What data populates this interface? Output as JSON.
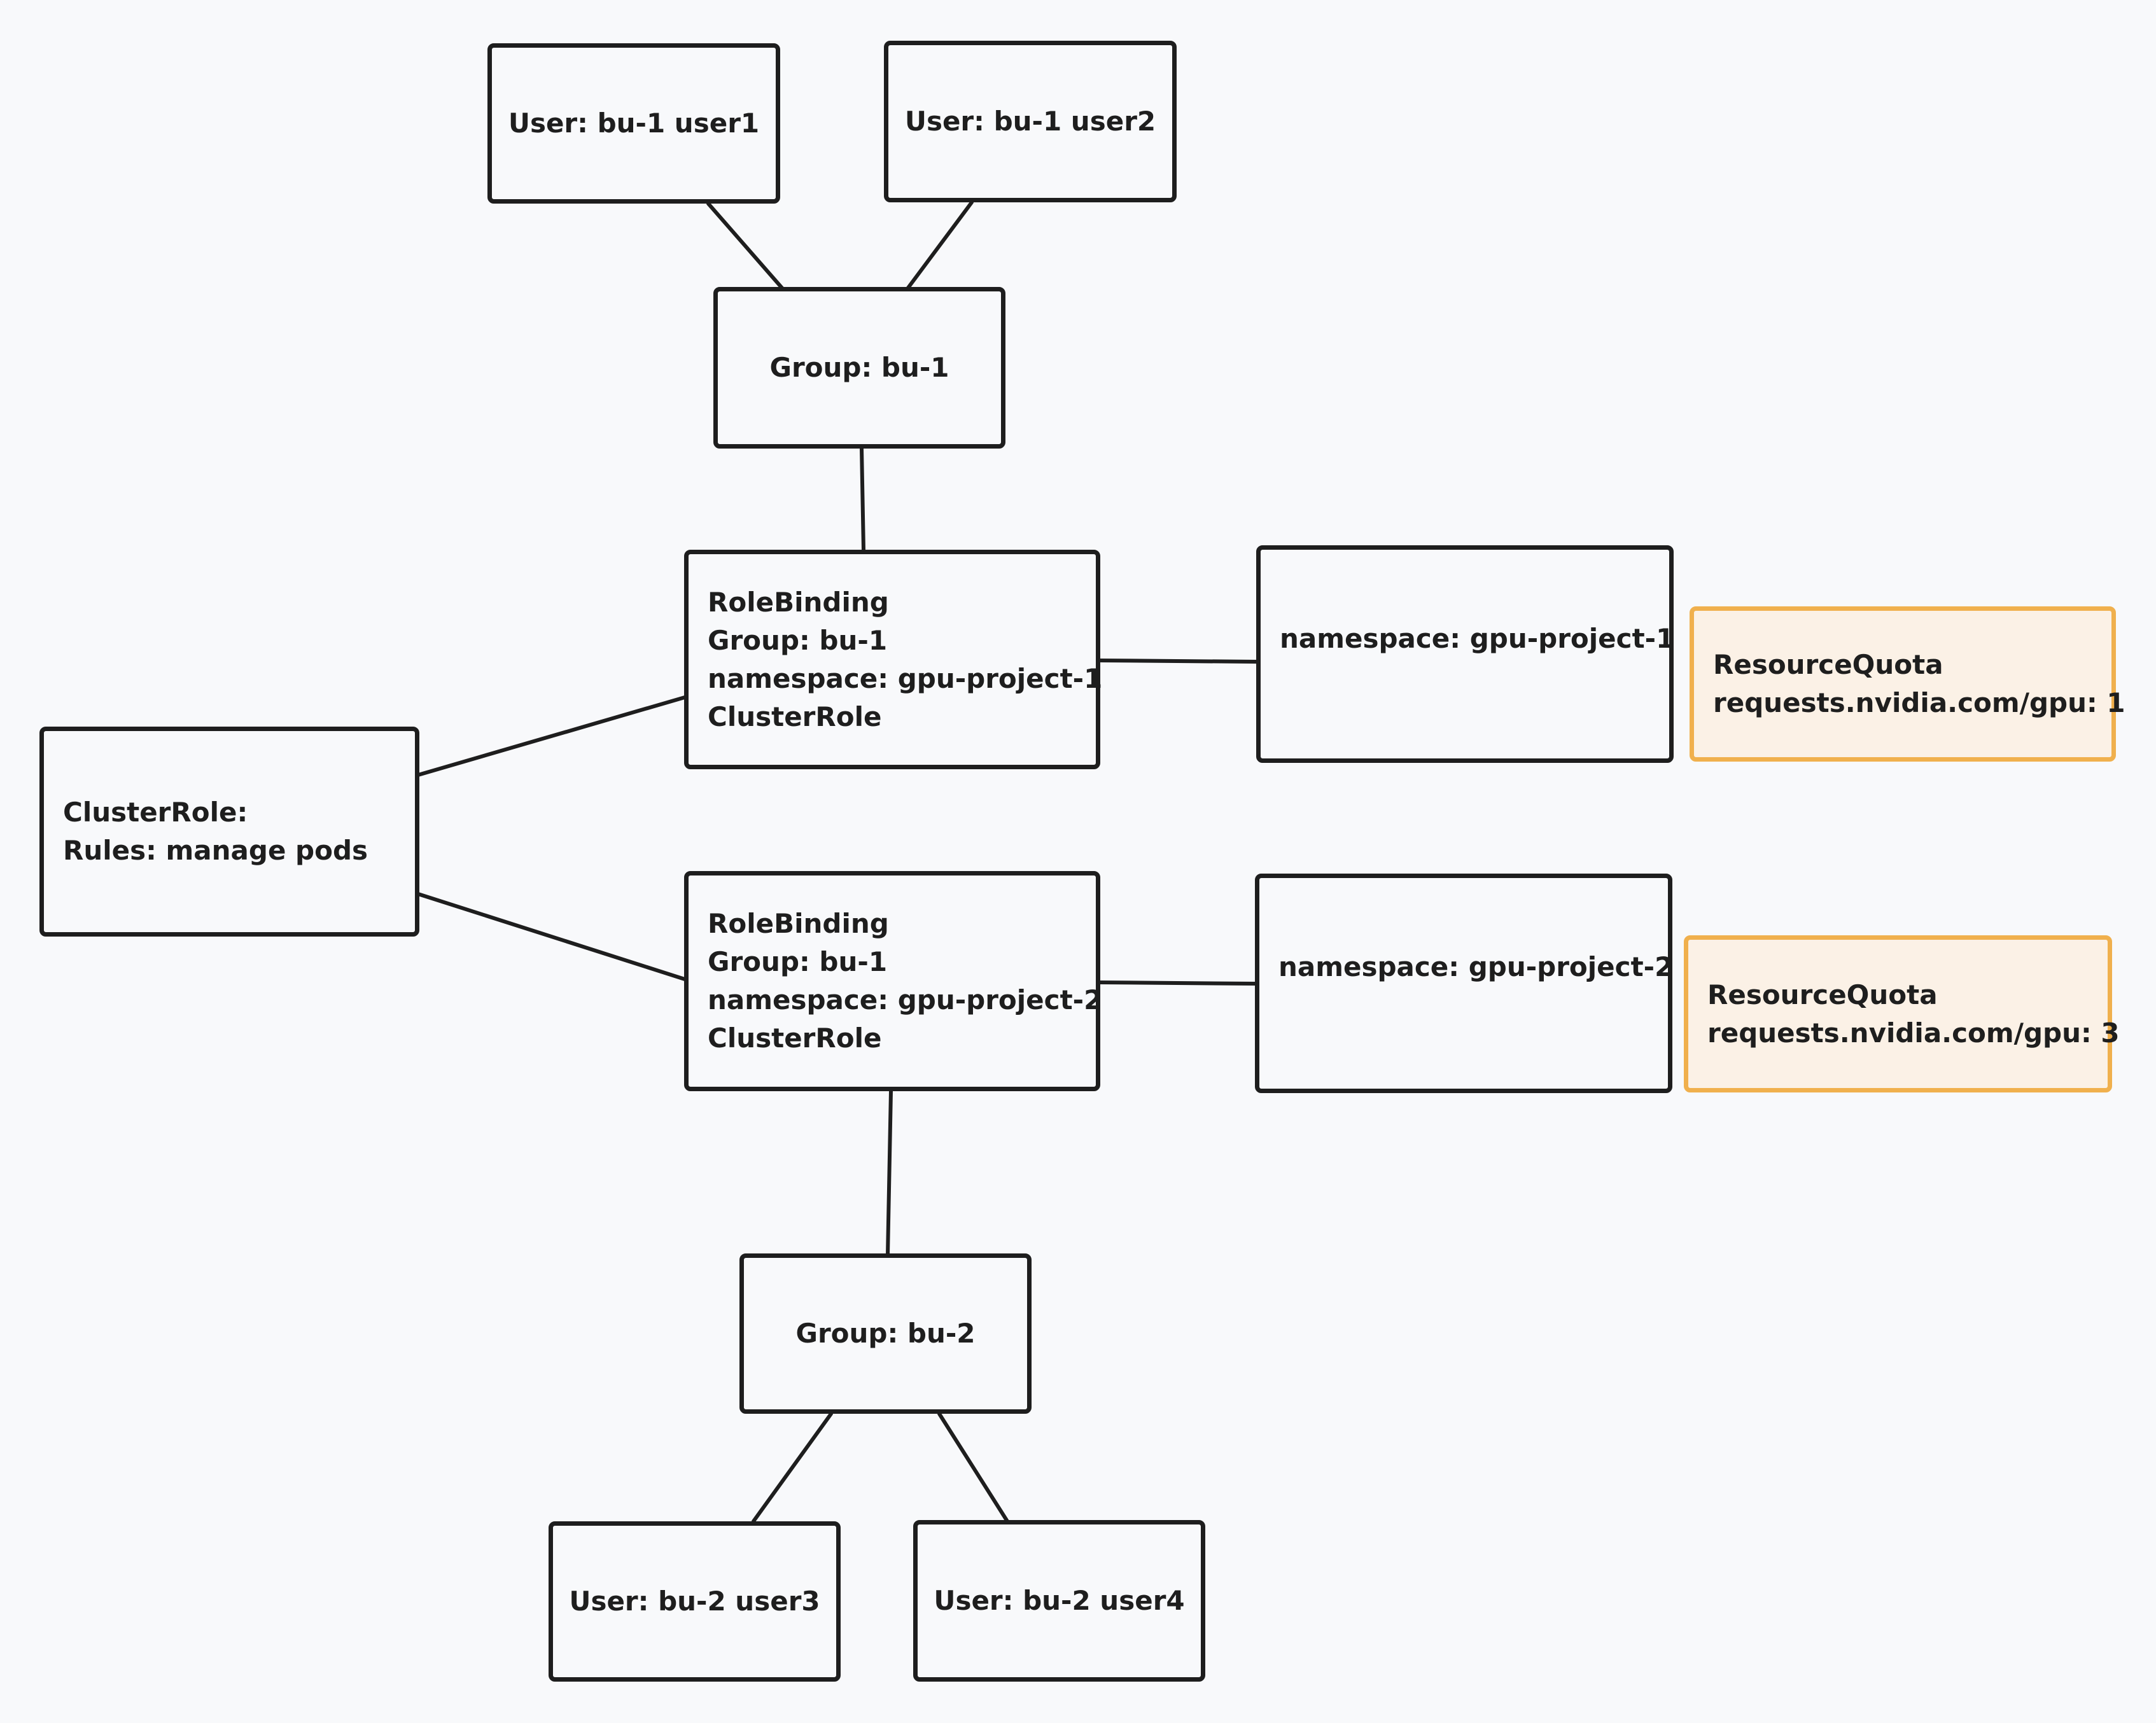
{
  "nodes": {
    "user1": "User: bu-1 user1",
    "user2": "User: bu-1 user2",
    "group_bu1": "Group: bu-1",
    "rolebinding1": [
      "RoleBinding",
      "Group: bu-1",
      "namespace: gpu-project-1",
      "ClusterRole"
    ],
    "namespace1": "namespace: gpu-project-1",
    "quota1": [
      "ResourceQuota",
      "requests.nvidia.com/gpu: 1"
    ],
    "clusterrole": [
      "ClusterRole:",
      "Rules: manage pods"
    ],
    "rolebinding2": [
      "RoleBinding",
      "Group: bu-1",
      "namespace: gpu-project-2",
      "ClusterRole"
    ],
    "namespace2": "namespace: gpu-project-2",
    "quota2": [
      "ResourceQuota",
      "requests.nvidia.com/gpu: 3"
    ],
    "group_bu2": "Group: bu-2",
    "user3": "User: bu-2 user3",
    "user4": "User: bu-2 user4"
  },
  "edges": [
    [
      "user1",
      "group_bu1"
    ],
    [
      "user2",
      "group_bu1"
    ],
    [
      "group_bu1",
      "rolebinding1"
    ],
    [
      "rolebinding1",
      "namespace1"
    ],
    [
      "clusterrole",
      "rolebinding1"
    ],
    [
      "clusterrole",
      "rolebinding2"
    ],
    [
      "rolebinding2",
      "namespace2"
    ],
    [
      "rolebinding2",
      "group_bu2"
    ],
    [
      "group_bu2",
      "user3"
    ],
    [
      "group_bu2",
      "user4"
    ]
  ],
  "colors": {
    "stroke": "#1e1e1e",
    "background": "#f8f9fb",
    "quota_border": "#f0b04d",
    "quota_fill": "#fbf1e6"
  }
}
